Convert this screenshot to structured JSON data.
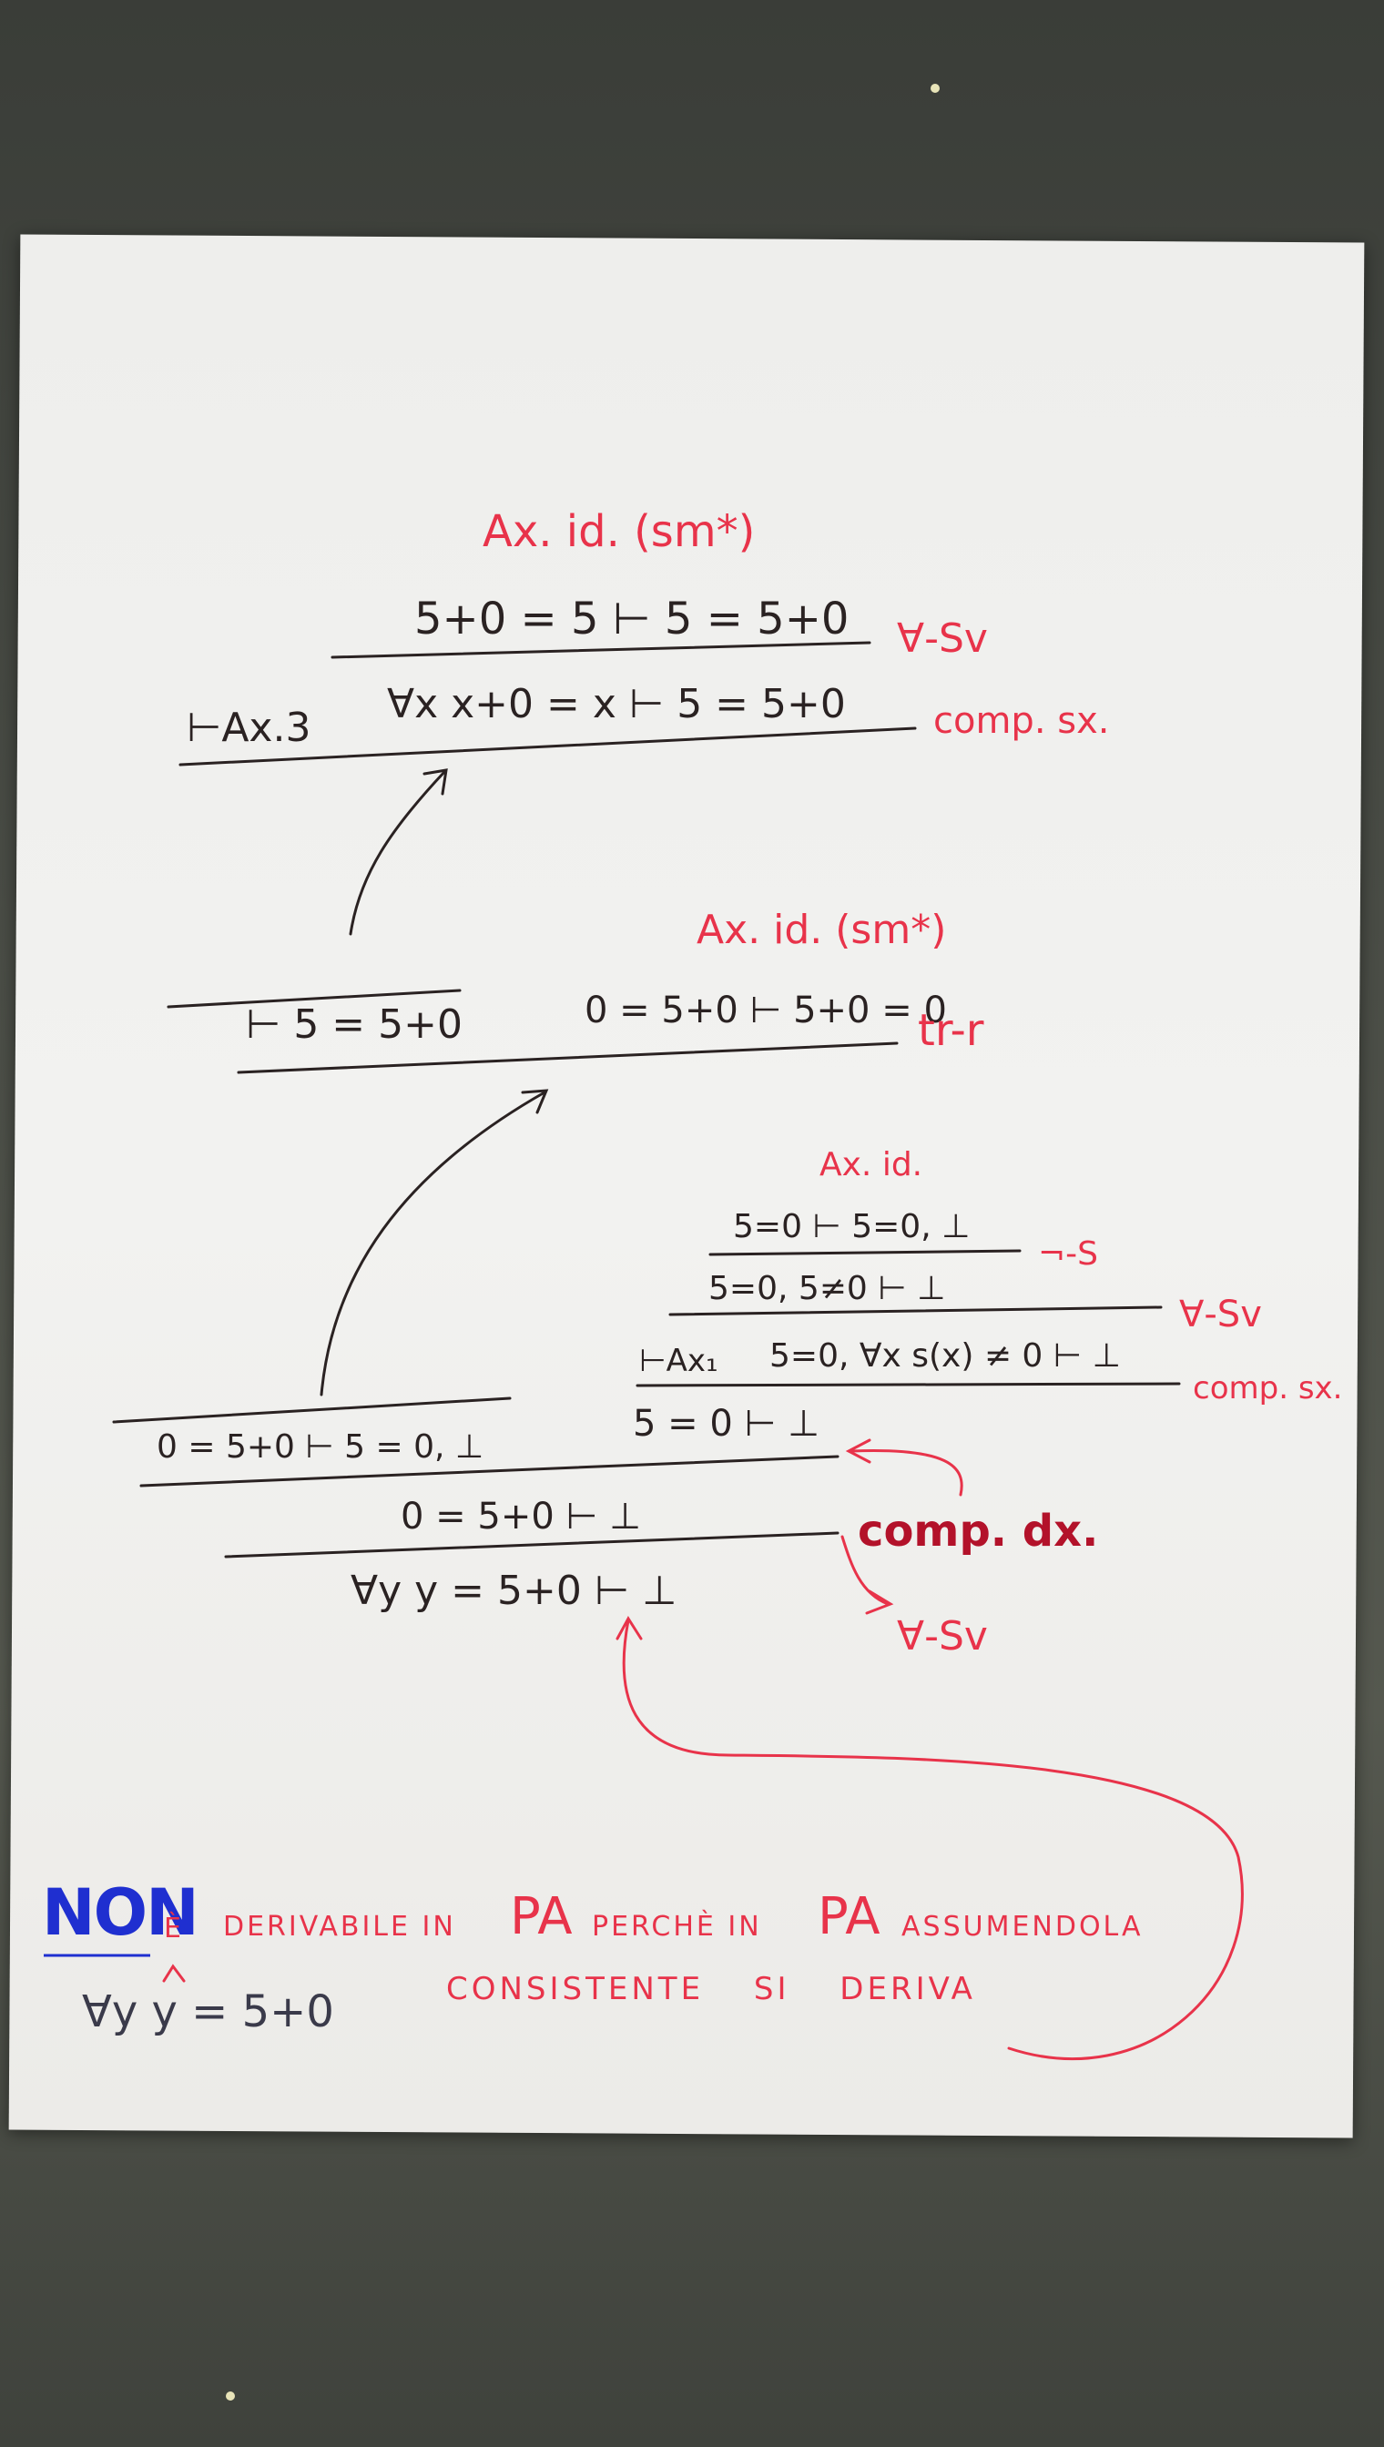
{
  "proof": {
    "rule_axid_1": "Ax. id. (sm*)",
    "seq_1": "5+0 = 5 ⊢ 5 = 5+0",
    "rule_forall_sv_1": "∀-Sv",
    "seq_2_left": "⊢Ax.3",
    "seq_2": "∀x x+0 = x ⊢ 5 = 5+0",
    "rule_comp_sx_1": "comp. sx.",
    "rule_axid_2": "Ax. id. (sm*)",
    "seq_3_left": "⊢ 5 = 5+0",
    "seq_3_right": "0 = 5+0 ⊢ 5+0 = 0",
    "rule_tr_r": "tr-r",
    "rule_axid_3": "Ax. id.",
    "seq_4": "5=0 ⊢ 5=0, ⊥",
    "rule_neg_s": "¬-S",
    "seq_5": "5=0, 5≠0 ⊢ ⊥",
    "rule_forall_sv_2": "∀-Sv",
    "seq_6_left": "⊢Ax₁",
    "seq_6": "5=0, ∀x s(x) ≠ 0 ⊢ ⊥",
    "rule_comp_sx_2": "comp. sx.",
    "seq_7_left": "0 = 5+0 ⊢ 5 = 0, ⊥",
    "seq_7_right": "5 = 0 ⊢ ⊥",
    "seq_8": "0 = 5+0 ⊢ ⊥",
    "rule_comp_dx": "comp. dx.",
    "seq_9": "∀y y = 5+0 ⊢ ⊥",
    "rule_forall_sv_3": "∀-Sv"
  },
  "note": {
    "non": "NON",
    "e": "È",
    "line1_a": "DERIVABILE IN",
    "pa1": "PA",
    "line1_b": "PERCHÈ IN",
    "pa2": "PA",
    "line1_c": "ASSUMENDOLA",
    "line2": "CONSISTENTE SI DERIVA",
    "formula": "∀y y = 5+0"
  },
  "colors": {
    "ink_black": "#2a2222",
    "ink_red": "#e8334a",
    "ink_blue": "#1f2fd0",
    "paper": "#f0f0ee"
  }
}
